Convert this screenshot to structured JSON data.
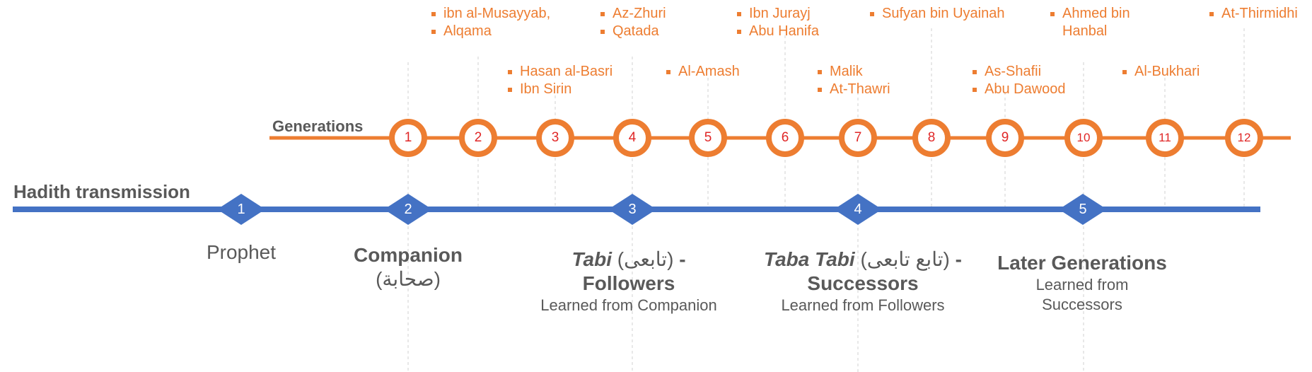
{
  "headings": {
    "transmission": "Hadith transmission",
    "generations": "Generations"
  },
  "colors": {
    "orange": "#ED7D31",
    "blue": "#4472C4",
    "number_red": "#E02626",
    "text_gray": "#595959",
    "guide_gray": "#D0D0D0"
  },
  "generations": [
    {
      "label": "1"
    },
    {
      "label": "2"
    },
    {
      "label": "3"
    },
    {
      "label": "4"
    },
    {
      "label": "5"
    },
    {
      "label": "6"
    },
    {
      "label": "7"
    },
    {
      "label": "8"
    },
    {
      "label": "9"
    },
    {
      "label": "10"
    },
    {
      "label": "11"
    },
    {
      "label": "12"
    }
  ],
  "scholars": {
    "gen2": [
      "ibn al-Musayyab,",
      "Alqama"
    ],
    "gen3": [
      "Hasan al-Basri",
      "Ibn Sirin"
    ],
    "gen4": [
      "Az-Zhuri",
      "Qatada"
    ],
    "gen5": [
      "Al-Amash"
    ],
    "gen6": [
      "Ibn Jurayj",
      "Abu Hanifa"
    ],
    "gen7": [
      "Malik",
      "At-Thawri"
    ],
    "gen8": [
      "Sufyan bin Uyainah"
    ],
    "gen9": [
      "As-Shafii",
      "Abu Dawood"
    ],
    "gen10": [
      "Ahmed bin",
      "Hanbal"
    ],
    "gen11": [
      "Al-Bukhari"
    ],
    "gen12": [
      "At-Thirmidhi"
    ]
  },
  "stages": [
    {
      "label": "1"
    },
    {
      "label": "2"
    },
    {
      "label": "3"
    },
    {
      "label": "4"
    },
    {
      "label": "5"
    }
  ],
  "eras": {
    "prophet": {
      "title": "Prophet"
    },
    "companion": {
      "title": "Companion",
      "arabic": "(صحابة)"
    },
    "tabi": {
      "title_italic": "Tabi",
      "arabic": "(تابعی)",
      "dash": " -",
      "title2": "Followers",
      "note": "Learned from Companion"
    },
    "taba_tabi": {
      "title_italic": "Taba Tabi",
      "arabic": "(تابع تابعی)",
      "dash": " -",
      "title2": "Successors",
      "note": "Learned from Followers"
    },
    "later": {
      "title": "Later Generations",
      "note_line1": "Learned from",
      "note_line2": "Successors"
    }
  }
}
